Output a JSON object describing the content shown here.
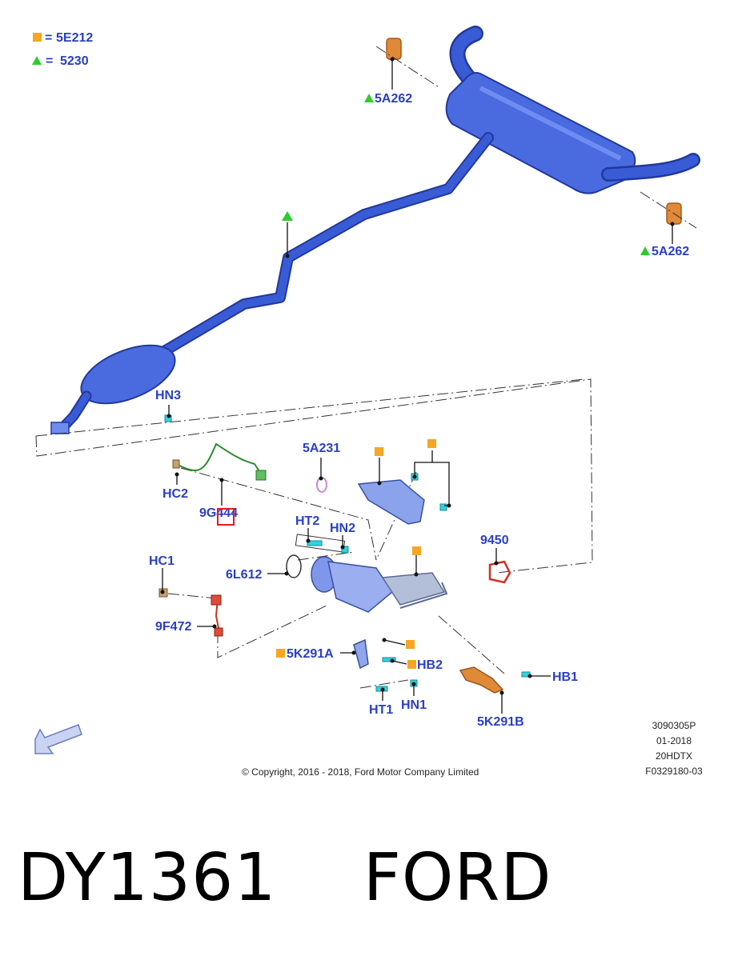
{
  "legend": {
    "square_code": "5E212",
    "triangle_code": "5230",
    "square_color": "#f5a623",
    "triangle_color": "#2ecc2e"
  },
  "labels": {
    "hanger_top": "5A262",
    "hanger_right": "5A262",
    "hn3": "HN3",
    "hc2": "HC2",
    "sensor_9g444": "9G444",
    "gasket_5a231": "5A231",
    "ht2": "HT2",
    "hn2": "HN2",
    "hc1": "HC1",
    "gasket_6l612": "6L612",
    "sensor_9f472": "9F472",
    "gasket_9450": "9450",
    "bracket_5k291a": "5K291A",
    "hb2": "HB2",
    "ht1": "HT1",
    "hn1": "HN1",
    "hb1": "HB1",
    "bracket_5k291b": "5K291B"
  },
  "meta": {
    "code": "3090305P",
    "date": "01-2018",
    "engine": "20HDTX",
    "figure": "F0329180-03"
  },
  "copyright": "© Copyright, 2016 - 2018, Ford Motor Company Limited",
  "caption": {
    "part_number": "DY1361",
    "brand": "FORD"
  },
  "colors": {
    "pipe": "#3a5bd6",
    "label": "#2a3fc4",
    "clip": "#2fd3e0",
    "sensor_green": "#2e8b2e",
    "sensor_red": "#d03020",
    "bracket_orange": "#d9782e"
  },
  "icons": {
    "view_arrow": "direction-arrow-icon"
  }
}
